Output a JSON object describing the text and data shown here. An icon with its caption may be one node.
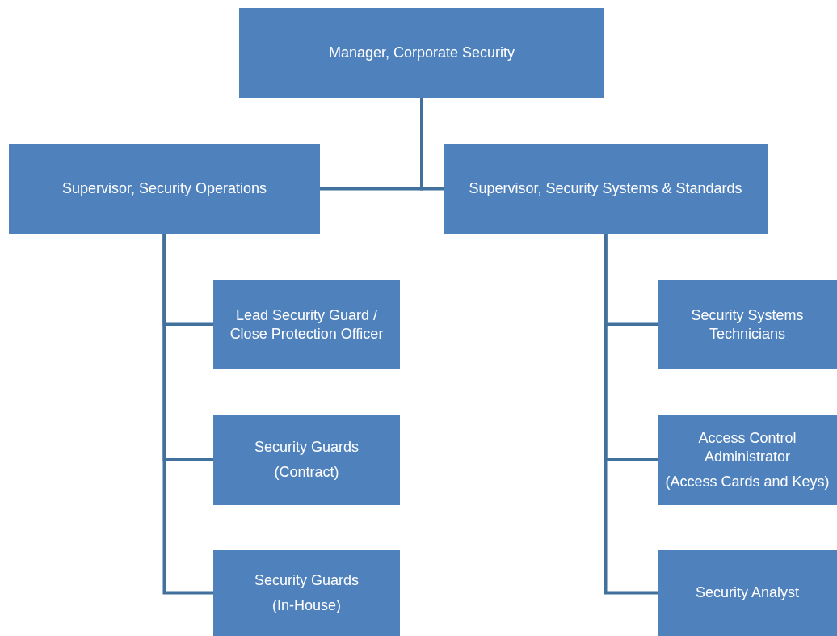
{
  "diagram": {
    "nodes": [
      {
        "text": [
          "Manager, Corporate Security"
        ]
      },
      {
        "text": [
          "Supervisor, Security Operations"
        ]
      },
      {
        "text": [
          "Supervisor, Security Systems & Standards"
        ]
      },
      {
        "text": [
          "Lead Security Guard / Close Protection Officer"
        ]
      },
      {
        "text": [
          "Security Guards",
          "(Contract)"
        ]
      },
      {
        "text": [
          "Security Guards",
          "(In-House)"
        ]
      },
      {
        "text": [
          "Security Systems Technicians"
        ]
      },
      {
        "text": [
          "Access Control Administrator",
          "(Access Cards and Keys)"
        ]
      },
      {
        "text": [
          "Security Analyst"
        ]
      }
    ],
    "edges": [
      {
        "from": 0,
        "to": 1,
        "arrow": "none"
      },
      {
        "from": 0,
        "to": 2,
        "arrow": "none"
      },
      {
        "from": 1,
        "to": 3,
        "arrow": "none"
      },
      {
        "from": 1,
        "to": 4,
        "arrow": "none"
      },
      {
        "from": 1,
        "to": 5,
        "arrow": "none"
      },
      {
        "from": 2,
        "to": 6,
        "arrow": "none"
      },
      {
        "from": 2,
        "to": 7,
        "arrow": "none"
      },
      {
        "from": 2,
        "to": 8,
        "arrow": "none"
      }
    ]
  }
}
